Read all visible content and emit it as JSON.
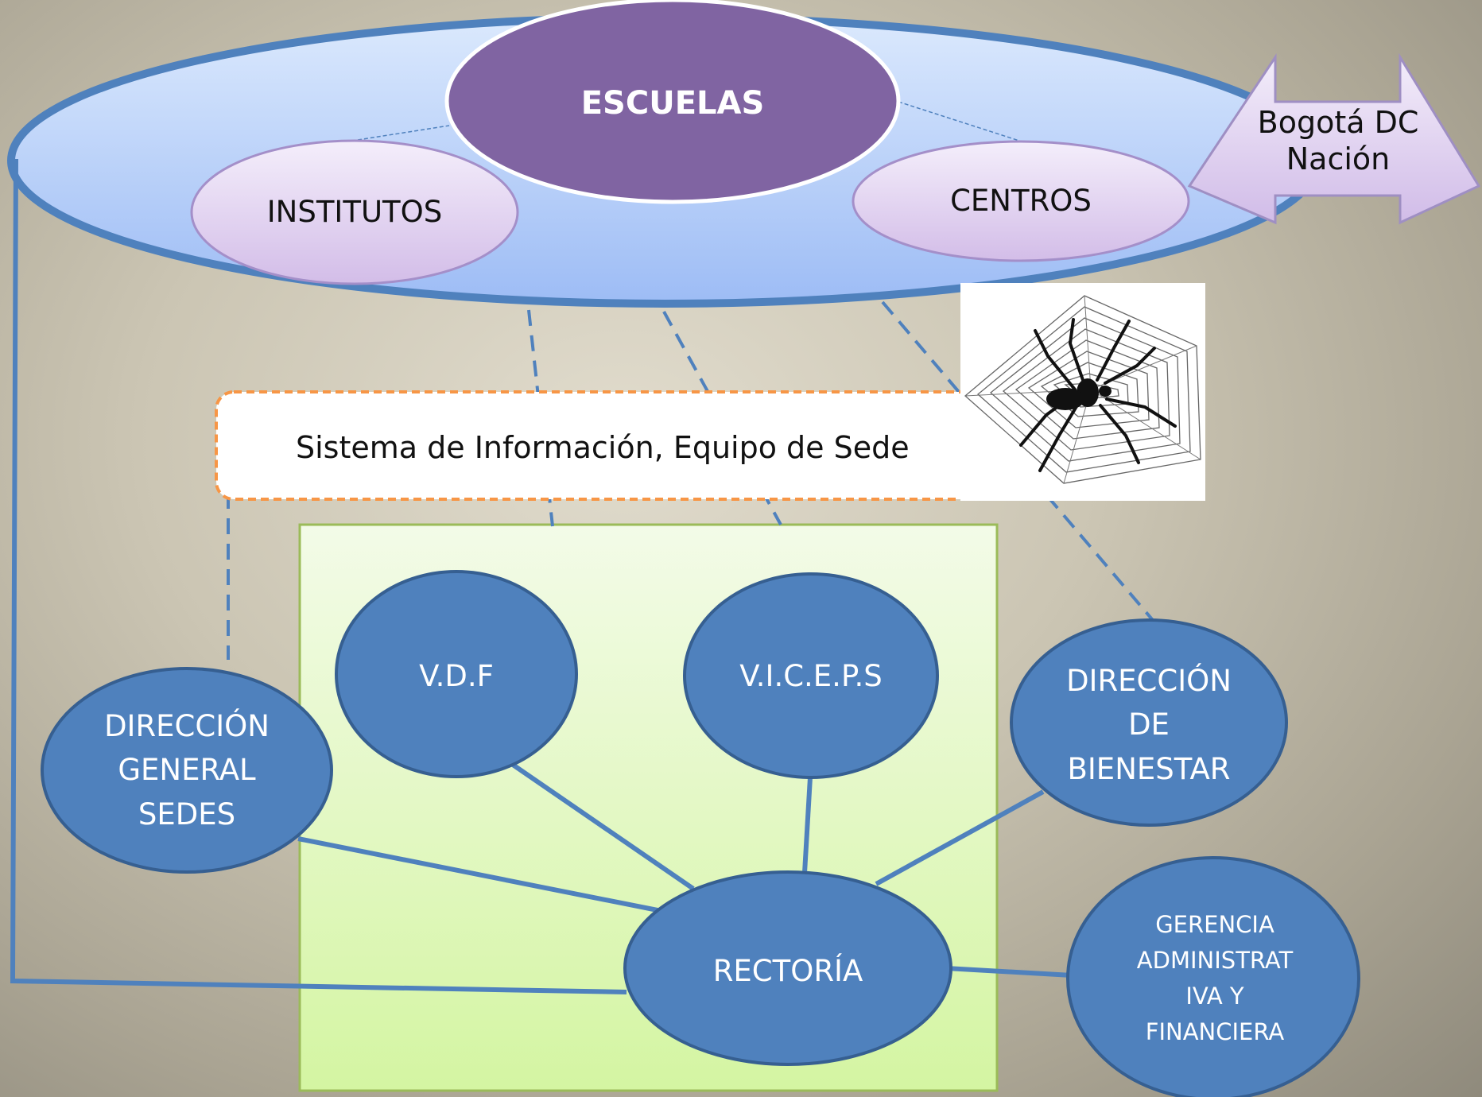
{
  "diagram": {
    "top_group": {
      "escuelas": "ESCUELAS",
      "institutos": "INSTITUTOS",
      "centros": "CENTROS"
    },
    "arrow_label": "Bogotá DC\nNación",
    "info_box_label": "Sistema de Información, Equipo de Sede",
    "nodes": {
      "vdf": "V.D.F",
      "viceps": "V.I.C.E.P.S",
      "direccion_general_sedes": "DIRECCIÓN\nGENERAL\nSEDES",
      "direccion_bienestar": "DIRECCIÓN\nDE\nBIENESTAR",
      "rectoria": "RECTORÍA",
      "gerencia": "GERENCIA\nADMINISTRAT\nIVA Y\nFINANCIERA"
    },
    "icon": "spider-web-icon"
  }
}
